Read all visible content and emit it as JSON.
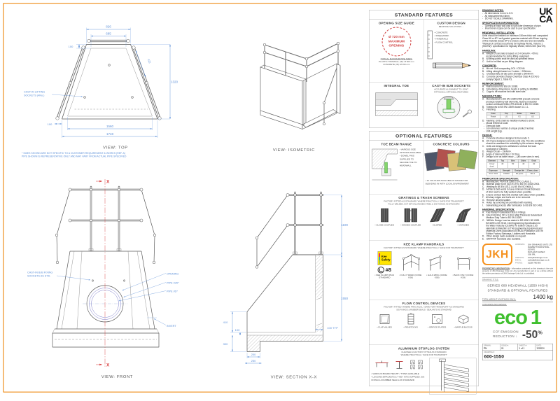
{
  "sheet": {
    "border_color": "#f2a64b"
  },
  "views": {
    "top": {
      "label": "VIEW: TOP",
      "leader1": "CAST-IN LIFTING",
      "leader2": "SOCKETS (4No.)",
      "note1": "* SIZES SHOWN ARE NOT SPECIFIC TO A CUSTOMER REQUIREMENT & WORKS (REF. A)",
      "note2": "  PIPE SHOWN IS REPRESENTATIVE ONLY AND MAY VARY FROM ACTUAL PIPE SPECIFIED",
      "dims": {
        "top_outer": "826",
        "top_inner": "685",
        "wall": "100",
        "rail": "421",
        "depth": "1320",
        "toe": "100",
        "base_inner": "1560",
        "base_outer": "1748"
      }
    },
    "isometric": {
      "label": "VIEW: ISOMETRIC"
    },
    "front": {
      "label": "VIEW: FRONT",
      "section_mark": "X",
      "lbl_sockets1": "CAST-IN BJB FIXING",
      "lbl_sockets2": "SOCKETS AS STD.",
      "lbl_opening": "OPENING",
      "lbl_pipe_od": "PIPE O/D*",
      "lbl_pipe_id": "PIPE I/D*",
      "lbl_invert": "INVERT"
    },
    "section": {
      "label": "VIEW: SECTION X-X",
      "dims": {
        "rail_h": "1100",
        "overall_h": "1550",
        "toe_face": "410",
        "slab": "100",
        "base": "300",
        "wall_t": "100 TYP",
        "toe_w": "200",
        "base_w": "250"
      }
    }
  },
  "standard": {
    "title": "STANDARD FEATURES",
    "opening": {
      "title": "OPENING SIZE GUIDE",
      "circle1": "Ø 720 mm",
      "circle2": "MAXIMUM",
      "circle3": "OPENING",
      "caption": "TYPICAL MAXIMUM PIPE SIZES:",
      "line1": "PLASTIC TWINWALL (ID): Ø 600 mm",
      "line2": "CONCRETE (ID): Ø 450 mm"
    },
    "custom": {
      "title": "CUSTOM DESIGN",
      "caption": "BESPOKE SOLUTIONS ...",
      "bullets": [
        "CONCRETE",
        "STEELWORK",
        "HANDRAILS",
        "FLOW CONTROL"
      ]
    },
    "toe": {
      "title": "INTEGRAL TOE"
    },
    "sockets": {
      "title": "CAST-IN BJB SOCKETS",
      "caption1": "ACCURATE ALIGNMENT TO JOINT",
      "caption2": "FITTINGS & OPTIONAL FEATURES"
    }
  },
  "optional": {
    "title": "OPTIONAL FEATURES",
    "toe_beam": {
      "title": "TOE BEAM RANGE",
      "bullets": [
        "VARIOUS SIZE OPTIONS AVAILABLE",
        "DOWEL PINS SUPPLIED TO SECURE TOE TO HEADWALL"
      ]
    },
    "colours": {
      "title": "CONCRETE COLOURS",
      "bullet": "10 COLOURS AVAILABLE IN RANGE FOR BLENDING IN WITH LOCAL ENVIRONMENT",
      "swatches": [
        "#4d5568",
        "#b2524e",
        "#d8c177",
        "#8fb05c"
      ]
    },
    "gratings": {
      "title": "GRATINGS & TRASH SCREENS",
      "caption": "FACTORY FITTED AS STANDARD 'WHERE PRACTICAL / SAFE FOR TRANSPORT'",
      "bullet": "FULLY WELDED, HOT DIP GALVANISED STEEL & S/S FIXINGS AS STANDARD",
      "items": [
        "CLOSE COUPLED",
        "HINGED COUPLED",
        "SLOPED",
        "CRANKED"
      ]
    },
    "handrails": {
      "title": "KEE KLAMP HANDRAILS",
      "caption": "FACTORY FITTED AS STANDARD 'WHERE PRACTICAL / SAFE FOR TRANSPORT'",
      "kee_brand1": "Kee",
      "kee_brand2": "Safety",
      "size_tag": "#8",
      "items": [
        "KEE KLAMP #8 AS STANDARD",
        "FULLY SIDED (CODE: KS6)",
        "HALF-WING (CODE: KS8)",
        "BACK ONLY (CODE: KS9)"
      ]
    },
    "flow": {
      "title": "FLOW CONTROL DEVICES",
      "caption": "FACTORY FITTED 'WHERE PRACTICAL / SAFE FOR TRANSPORT' AS STANDARD",
      "bullet": "S/S FIXINGS & RUBBER SEALS / SEALANTS AS STANDARD",
      "items": [
        "FLAP VALVES",
        "PENSTOCKS",
        "ORIFICE PLATES",
        "BAFFLE BLOCKS"
      ]
    },
    "stoplog": {
      "title": "ALUMINIUM STOPLOG SYSTEM",
      "caption1": "CHANNELS FACTORY FITTED AS STANDARD",
      "caption2": "'WHERE PRACTICAL / SAFE FOR TRANSPORT'",
      "bullets": [
        "VARIOUS BOARD HEIGHT / TYPES AVAILABLE",
        "LOGGING BRACKETS & T-KEY KITS SUPPLIED. S/S FIXINGS & RUBBER SEALS AS STANDARD"
      ]
    }
  },
  "sidebar": {
    "ukca1": "UK",
    "ukca2": "CA",
    "notes": {
      "title": "DRAWING NOTES:",
      "lines": [
        "-   All dimensions in mm U.O.S.",
        "-   All measurements ±5mm.",
        "-   DO NOT SCALE DRAWING."
      ]
    },
    "spec": {
      "title": "SPECIFICATION INFORMATION:",
      "lines": [
        "-   Opening in back wall cast to suit outer dimension of pipe.",
        "-   Invert level of pipe can be cast to your specification."
      ]
    },
    "install": {
      "title": "HEADWALL INSTALLATION:",
      "lines": [
        "Units should be bedded on minimum 150mm thick well compacted",
        "Class 6N or 6P* well graded granular material with 50mm topping",
        "of fine material (Class 6F*) to ensure units are level and stable.",
        "*Manual of contract documents for highway Works, Volume 1",
        "(MCHW) / specification for highway Works, Series 600 (Nov 09)."
      ]
    },
    "handling": {
      "title": "HANDLING:",
      "lines": [
        "A.   Weight of concrete is based on 2.4 tonne/m³. +5% is",
        "      recommendation for sizing lifting equipment.",
        "B.   All lifting points shall be used as specified below.",
        "C.   Unit to be lifted as per lifting diagram."
      ]
    },
    "concrete": {
      "title": "CONCRETE:",
      "lines": [
        "A.   Mix ref. Self-compacting OC4 / C32/40.",
        "B.   Lifting strength based on 2 cubes ~ 20N/mm².",
        "C.   Characteristic 28 day cube strength ≥ 50N/mm².",
        "D.   Concrete provides Design Chemical Class 4 (DC4) to",
        "      comply Digest 1, Table F3."
      ]
    },
    "reinforcement": {
      "title": "REINFORCEMENT:",
      "lines": [
        "A.   Reinforcement to BS EN 10080.",
        "B.   Scheduling, dimensions, bends & cutting to BS8666.",
        "C.   Cage to be machine tied with steel wire."
      ]
    },
    "manufacture": {
      "title": "MANUFACTURE:",
      "lines": [
        "A.   Manufactured to BS EN 13369:2008 precast concrete",
        "      products retaining wall elements, factory production",
        "      control certificate 0086-CPR-600445 & BS EN 13369.",
        "B.   Tolerances to BS EN 13369 clause 4.3.1.1.",
        "C.   Finishing:"
      ],
      "table_h": [
        "Face",
        "Top",
        "Sides",
        "Base"
      ],
      "table_r": [
        "Finish",
        "U2",
        "F2",
        "U3"
      ],
      "lines2": [
        "D.   Marking: Units shall be indelibly marked to show:",
        "  -   Mould reference code.",
        "  -   Demould date.",
        "  -   Job reference number & unique product number.",
        "  -   Unit weight (kg)."
      ]
    },
    "design": {
      "title": "DESIGN:",
      "lines": [
        "A.   Concrete structure designed to Eurocode 2.",
        "B.   JKH have designed concrete units only. The site conditions",
        "      should be assessed for suitability by the scheme designer.",
        "C.   Units are designed to withstand a vertical live load",
        "      surcharge of 10kN/m².",
        "D.   Weight of soil ~ 19kN/m³.",
        "E.   Angle of internal friction = 30 Deg.",
        "F.   Design to be as table below — (all cover sizes in mm)."
      ],
      "t1h": [
        "Element",
        "Top",
        "Btm",
        "Sides",
        "Ends"
      ],
      "t1r": [
        "Cover (mm)",
        "40",
        "50",
        "40",
        "40"
      ],
      "t2h": [
        "Exposure",
        "Strength",
        "Design life",
        "Chem. class"
      ],
      "t2r": [
        "XC4 / XF3",
        "C32/40",
        "50 years",
        "DC-4"
      ]
    },
    "fabrication": {
      "title": "FABRICATION SPECIFICATION:",
      "lines": [
        "A.   Manufacture: PER EN 1090-2 EXC CLASS 1.",
        "B.   Material grade to be (S)275 JR to BS EN 10025:2004.",
        "C.   Welding to BS EN 1011-1 & BS EN ISO 9606-1.",
        "D.   All fillet & butt welds to have minimum throat thickness",
        "      of 3mm and to be fully welded where possible.",
        "E.   Ensure vertical flats fully welded both sides where possible.",
        "F.   All sharp edges and burrs are to be removed.",
        "G.   Remove all weld spatter.",
        "H.   Holes by punching are permitted with reaming.",
        "I.    Galvanising process after fabrication to BS EN ISO 1461."
      ]
    },
    "handrail": {
      "title": "HANDRAIL SPECIFICATION:",
      "lines": [
        "A.   Kee Klamp® Galvanised Size 8 Fittings.",
        "B.   Size 8 48.3mm OD x 3.2mm Wall Thickness Galvanised",
        "      Medium Duty Tube to BS EN 10255.",
        "C.   360N/m Design Load as stated in BS 6180 / BS 6399.",
        "      BS 6399 & BS 7818. Civil Engineering Specification for",
        "      the Water Industry (CESWI) 7th Edition Clause 2.65",
        "      Handrails & Balusters & The Engineering Equipment and",
        "      Materials Users Association (EEMUA) Publication 105 7th",
        "      Edition Factory Stairways, Ladders and Handrails.",
        "D.   Other design loads available on request.",
        "E.   GRP/FRP Handrails also available."
      ]
    }
  },
  "titleblock": {
    "jkh": "JKH",
    "contact": {
      "address_label": "ADDRESS:",
      "address": [
        "JKH DRAINAGE UNITS LTD",
        "RAWRETH INDUSTRIAL ESTATE",
        "RAYLEIGH, ESSEX",
        "SS6 9RL"
      ],
      "website_label": "WEBSITE:",
      "website": "www.jkhdrainage.co.uk",
      "email_label": "EMAIL:",
      "email": "sales@jkhdrainage.co.uk",
      "phone_label": "PHONE:",
      "phone": "01268 780 883"
    },
    "prop_title": "PROPRIETARY INFORMATION",
    "prop_text": " - Information contained on this drawing is the sole property of JKH Drainage Units Ltd. Any reproduction in part or as a whole without the written permission of JKH Drainage Units Ltd. is prohibited.",
    "drawing_title_label": "DRAWING TITLE:",
    "title1": "SERIES 600 HEADWALL (1550 HIGH)",
    "title2": "STANDARD & OPTIONAL FEATURES",
    "weight_label": "TOTAL WEIGHT (CASTINGS ONLY):",
    "weight_value": "1400 kg",
    "mix_label": "CONCRETE MIX DESIGN:",
    "eco_text": "eco",
    "eco_num": "1",
    "eco_color": "#3fbf2e",
    "co2_line1": "CO² EMISSION",
    "co2_line2": "REDUCTION ↓",
    "co2_value": "-50",
    "co2_pct": "%",
    "drawn_label": "DRAWN:",
    "drawn": "PN",
    "issue_label": "ISSUE #:",
    "issue": "01",
    "sheet_label": "SHEET #:",
    "sheet": "1 of 1",
    "date_label": "DATE:",
    "date": "12/2024",
    "dwg_label": "DRAWING #:",
    "dwg": "600-1550"
  }
}
